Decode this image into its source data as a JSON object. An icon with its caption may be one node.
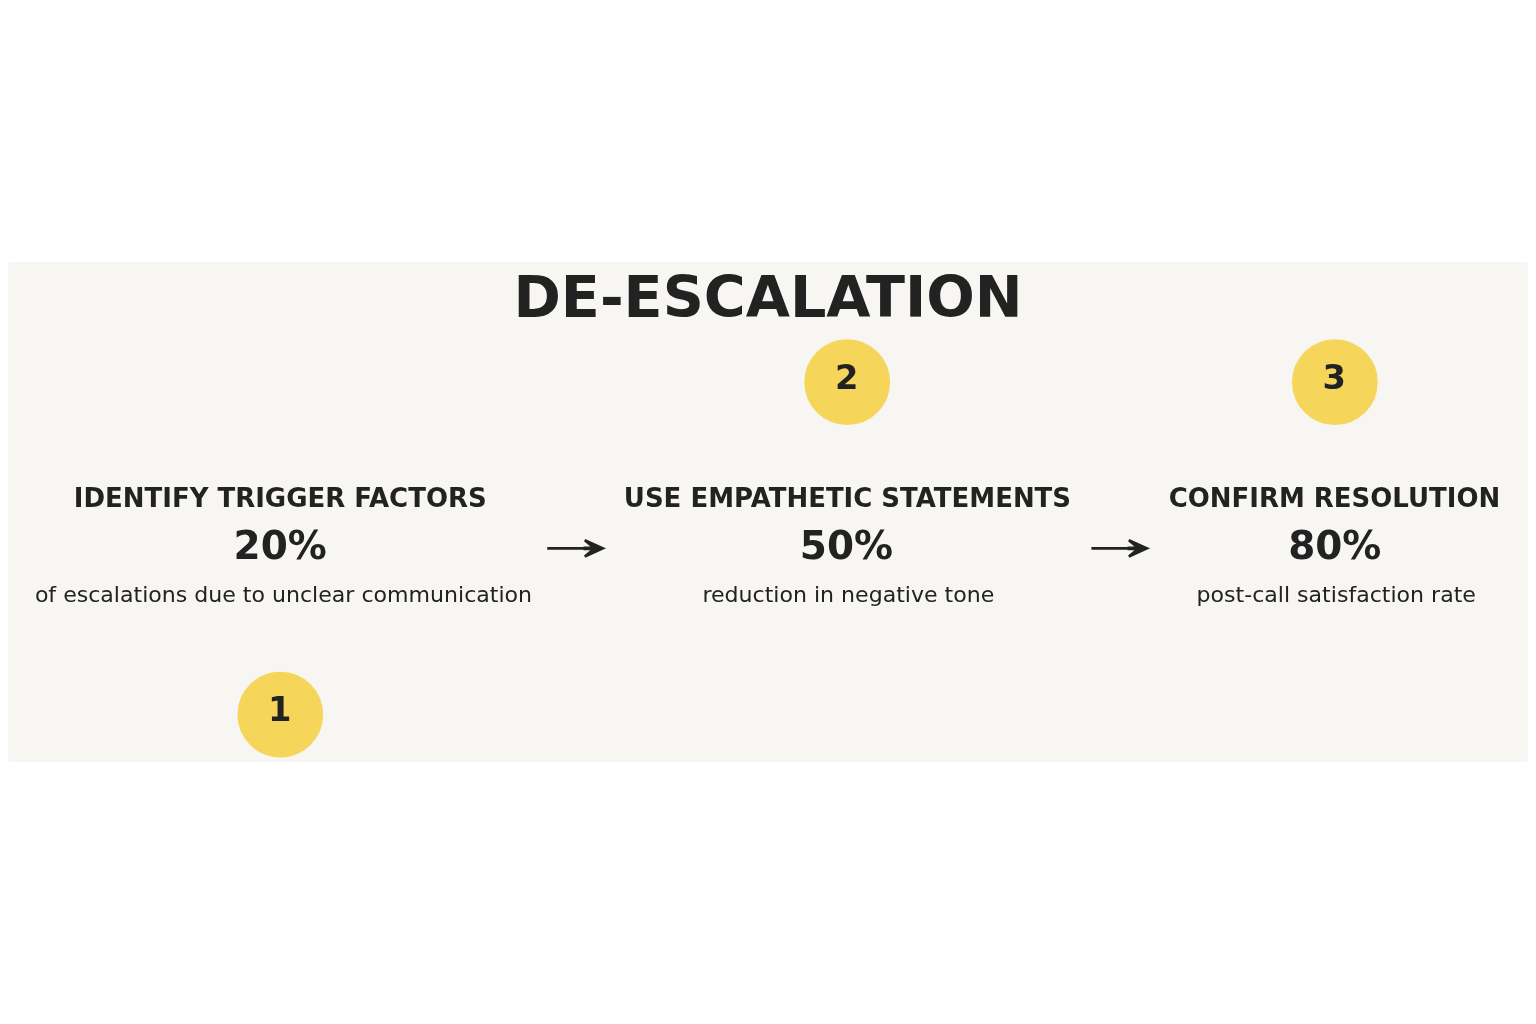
{
  "diagram": {
    "title": "DE-ESCALATION",
    "nodes": [
      {
        "text": [
          "1"
        ]
      },
      {
        "text": [
          "IDENTIFY TRIGGER FACTORS",
          "20%",
          "of escalations due to unclear communication"
        ]
      },
      {
        "text": [
          "2"
        ]
      },
      {
        "text": [
          "USE EMPATHETIC STATEMENTS",
          "50%",
          "reduction in negative tone"
        ]
      },
      {
        "text": [
          "3"
        ]
      },
      {
        "text": [
          "CONFIRM RESOLUTION",
          "80%",
          "post-call satisfaction rate"
        ]
      }
    ],
    "edges": [
      {
        "from": 1,
        "to": 3,
        "arrow": "to"
      },
      {
        "from": 3,
        "to": 5,
        "arrow": "to"
      }
    ]
  }
}
